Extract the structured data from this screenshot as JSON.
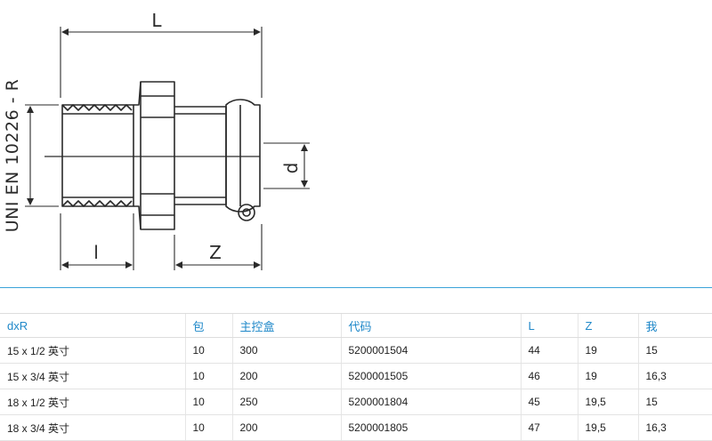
{
  "drawing": {
    "dimension_labels": {
      "length": "L",
      "thread_length": "l",
      "z_length": "Z",
      "diameter": "d"
    },
    "standard_label": "UNI EN 10226 - R"
  },
  "table": {
    "headers": [
      "dxR",
      "包",
      "主控盒",
      "代码",
      "L",
      "Z",
      "我"
    ],
    "rows": [
      [
        "15 x 1/2 英寸",
        "10",
        "300",
        "5200001504",
        "44",
        "19",
        "15"
      ],
      [
        "15 x 3/4 英寸",
        "10",
        "200",
        "5200001505",
        "46",
        "19",
        "16,3"
      ],
      [
        "18 x 1/2 英寸",
        "10",
        "250",
        "5200001804",
        "45",
        "19,5",
        "15"
      ],
      [
        "18 x 3/4 英寸",
        "10",
        "200",
        "5200001805",
        "47",
        "19,5",
        "16,3"
      ]
    ]
  },
  "colors": {
    "header_text": "#1f88c9",
    "separator": "#3aa3d9"
  }
}
